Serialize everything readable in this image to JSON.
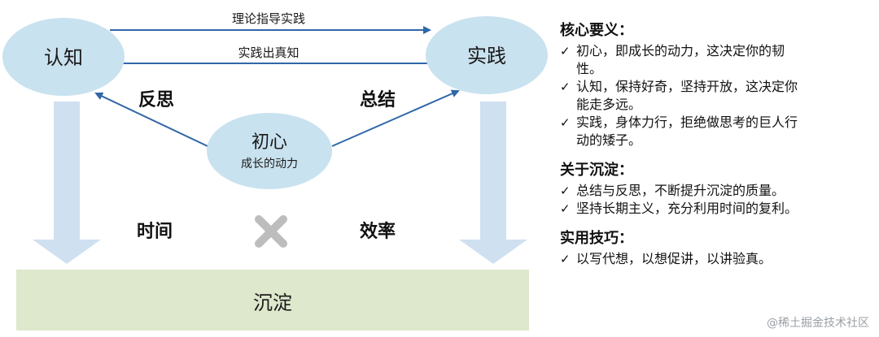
{
  "diagram": {
    "nodes": {
      "cognition": "认知",
      "practice": "实践",
      "origin": "初心",
      "origin_sub": "成长的动力",
      "settle": "沉淀"
    },
    "edges": {
      "theory_guides_practice": "理论指导实践",
      "practice_yields_knowledge": "实践出真知",
      "reflection": "反思",
      "summary": "总结"
    },
    "factors": {
      "time": "时间",
      "efficiency": "效率"
    },
    "colors": {
      "node_fill": "#c9e2ef",
      "arrow_blue": "#2f67a8",
      "down_arrow": "#cfe0f0",
      "settle_fill": "#dde8cc",
      "cross": "#bdbdbd"
    }
  },
  "panel": {
    "sections": [
      {
        "title": "核心要义：",
        "items": [
          [
            "初心，即成长的动力，这决定你的韧",
            "性。"
          ],
          [
            "认知，保持好奇，坚持开放，这决定你",
            "能走多远。"
          ],
          [
            "实践，身体力行，拒绝做思考的巨人行",
            "动的矮子。"
          ]
        ]
      },
      {
        "title": "关于沉淀：",
        "items": [
          [
            "总结与反思，不断提升沉淀的质量。"
          ],
          [
            "坚持长期主义，充分利用时间的复利。"
          ]
        ]
      },
      {
        "title": "实用技巧：",
        "items": [
          [
            "以写代想，以想促讲，以讲验真。"
          ]
        ]
      }
    ],
    "check_mark": "✓"
  },
  "watermark": "@稀土掘金技术社区"
}
